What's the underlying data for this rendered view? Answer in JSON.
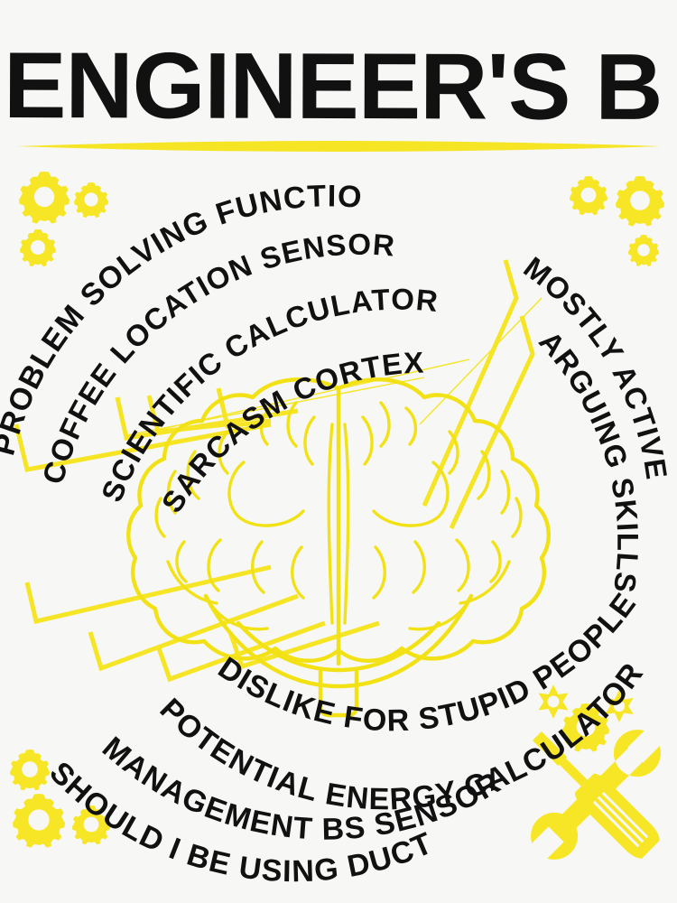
{
  "poster": {
    "title": "ENGINEER'S BRAIN",
    "background_color": "#f7f7f5",
    "accent_color": "#f5e525",
    "text_color": "#111111"
  },
  "labels": {
    "upper_left": [
      {
        "id": "problem-solving-function",
        "text": "PROBLEM SOLVING FUNCTION"
      },
      {
        "id": "coffee-location-sensor",
        "text": "COFFEE LOCATION SENSOR"
      },
      {
        "id": "scientific-calculator",
        "text": "SCIENTIFIC CALCULATOR"
      },
      {
        "id": "sarcasm-cortex",
        "text": "SARCASM CORTEX"
      }
    ],
    "right": [
      {
        "id": "mostly-active",
        "text": "MOSTLY ACTIVE"
      },
      {
        "id": "arguing-skills",
        "text": "ARGUING SKILLS"
      }
    ],
    "bottom": [
      {
        "id": "dislike-for-stupid-people",
        "text": "DISLIKE FOR STUPID PEOPLE"
      },
      {
        "id": "potential-energy-calculator",
        "text": "POTENTIAL ENERGY CALCULATOR"
      },
      {
        "id": "management-bs-sensor",
        "text": "MANAGEMENT BS SENSOR"
      },
      {
        "id": "should-i-be-using-duct-tape",
        "text": "SHOULD I BE USING DUCT TAPE?"
      }
    ]
  },
  "decorations": {
    "gears_top_left": [
      "gear-large",
      "gear-medium",
      "gear-small"
    ],
    "gears_top_right": [
      "gear-medium",
      "gear-large",
      "gear-small"
    ],
    "gears_bottom_left": [
      "gear-small",
      "gear-large",
      "gear-medium"
    ],
    "tools_bottom_right": [
      "wrench-icon",
      "screwdriver-icon",
      "gear-icon",
      "star-icon",
      "star-icon"
    ],
    "underline": "title-underline"
  },
  "illustration": {
    "name": "brain-illustration",
    "style": "line-art",
    "stroke_color": "#f2e215"
  }
}
